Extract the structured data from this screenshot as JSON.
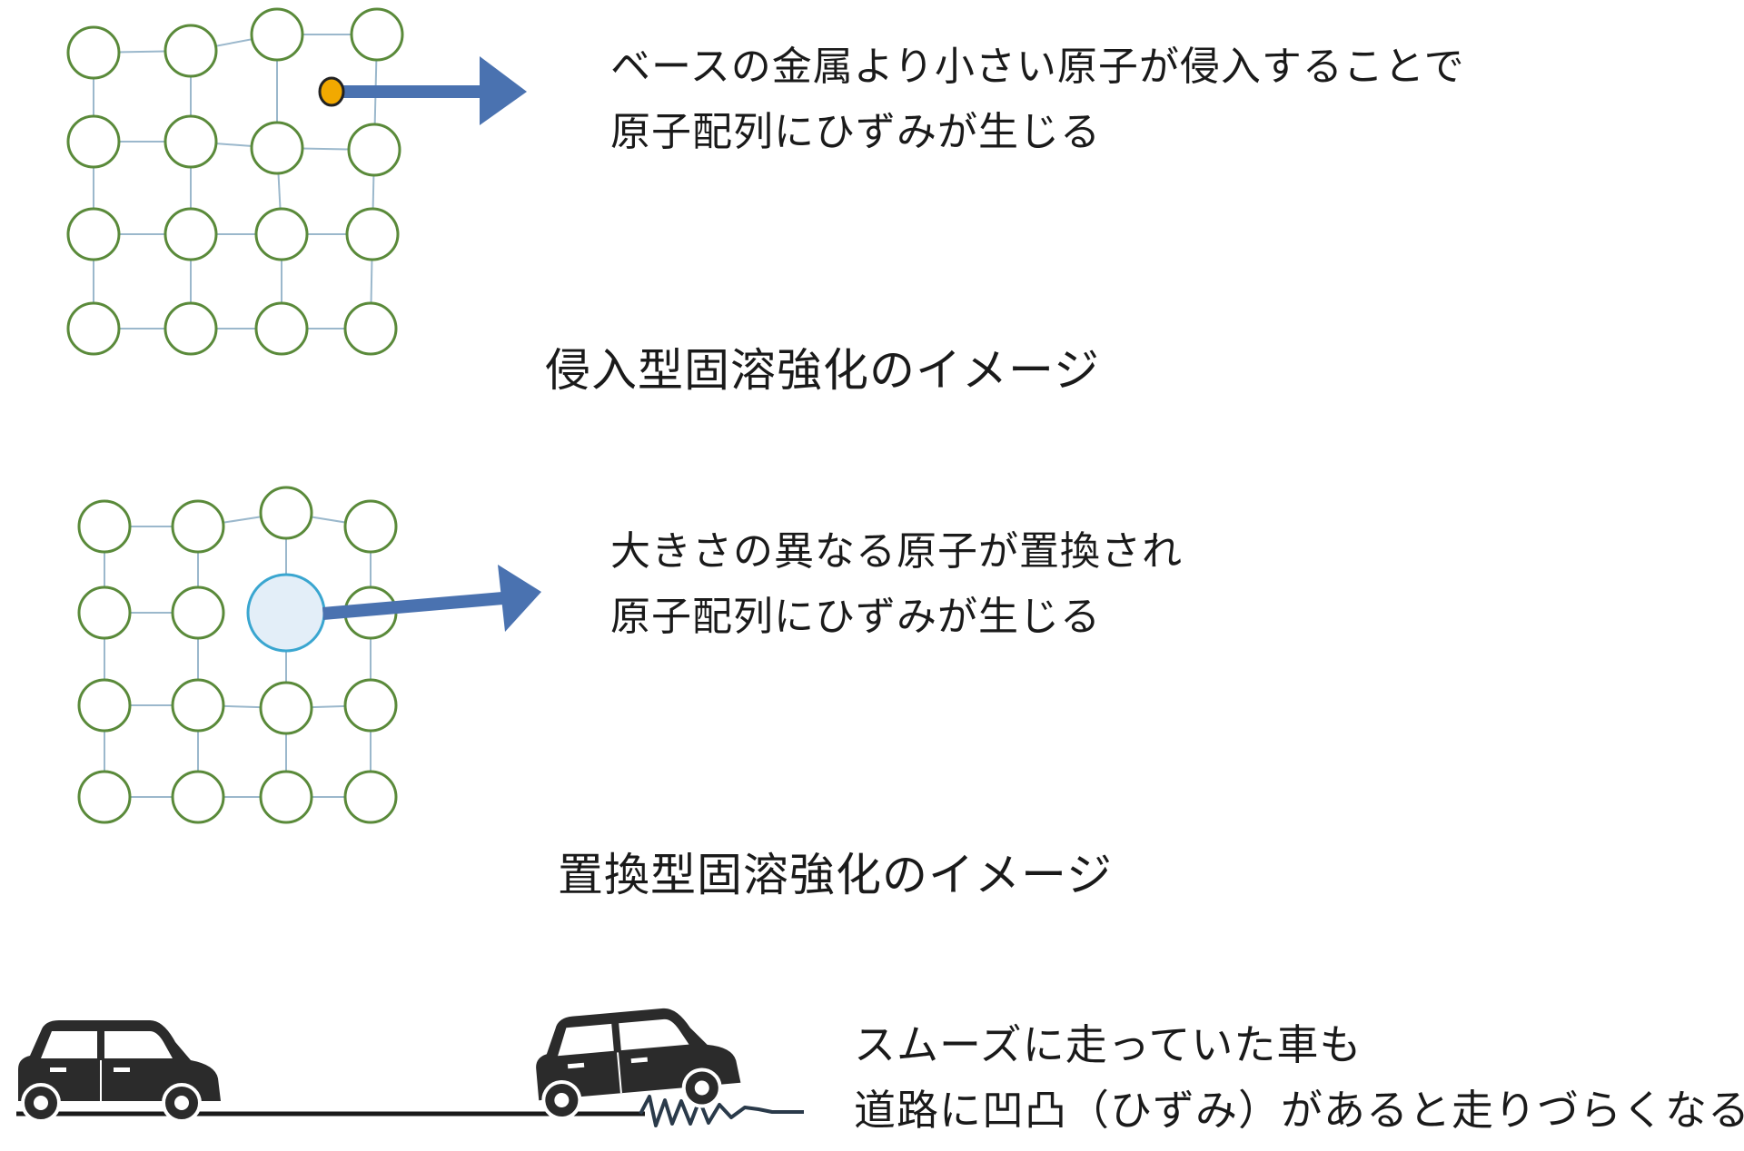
{
  "interstitial": {
    "description_lines": [
      "ベースの金属より小さい原子が侵入することで",
      "原子配列にひずみが生じる"
    ],
    "title": "侵入型固溶強化のイメージ"
  },
  "substitutional": {
    "description_lines": [
      "大きさの異なる原子が置換され",
      "原子配列にひずみが生じる"
    ],
    "title": "置換型固溶強化のイメージ"
  },
  "analogy": {
    "lines": [
      "スムーズに走っていた車も",
      "道路に凹凸（ひずみ）があると走りづらくなる"
    ]
  },
  "colors": {
    "atom_stroke": "#5a8a3a",
    "bond": "#9bb8cc",
    "arrow": "#4a72b0",
    "interstitial_atom": "#f2a900",
    "substitute_atom_fill": "#e3eef8",
    "substitute_atom_stroke": "#3aa6d0",
    "car": "#2b2b2b",
    "road": "#1a1a1a",
    "bump": "#2a3a4a"
  }
}
